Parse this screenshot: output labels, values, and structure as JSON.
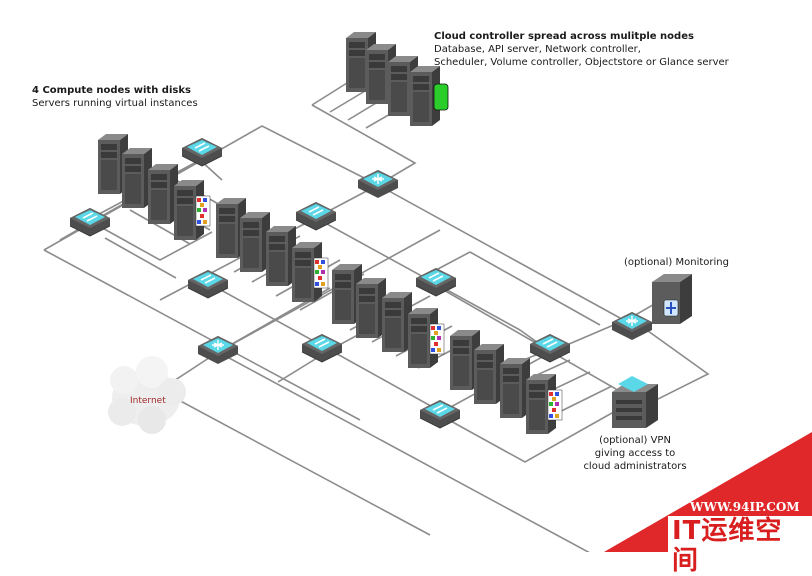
{
  "cloud_controller": {
    "title": "Cloud controller spread across mulitple nodes",
    "line1": "Database, API server, Network controller,",
    "line2": "Scheduler, Volume controller, Objectstore or Glance server"
  },
  "compute_nodes": {
    "title": "4 Compute nodes with disks",
    "subtitle": "Servers running virtual instances"
  },
  "internet": {
    "label": "Internet"
  },
  "monitoring": {
    "label": "(optional) Monitoring"
  },
  "vpn": {
    "line1": "(optional) VPN",
    "line2": "giving access to",
    "line3": "cloud administrators"
  },
  "watermark": {
    "url": "WWW.94IP.COM",
    "brand": "IT运维空间"
  },
  "colors": {
    "switch_face": "#58d6e6",
    "switch_body": "#5a5a5a",
    "server_body": "#5e5e5e",
    "network_line": "#8c8c8c",
    "watermark_red": "#e0282a",
    "vpn_led": "#22cc22"
  }
}
